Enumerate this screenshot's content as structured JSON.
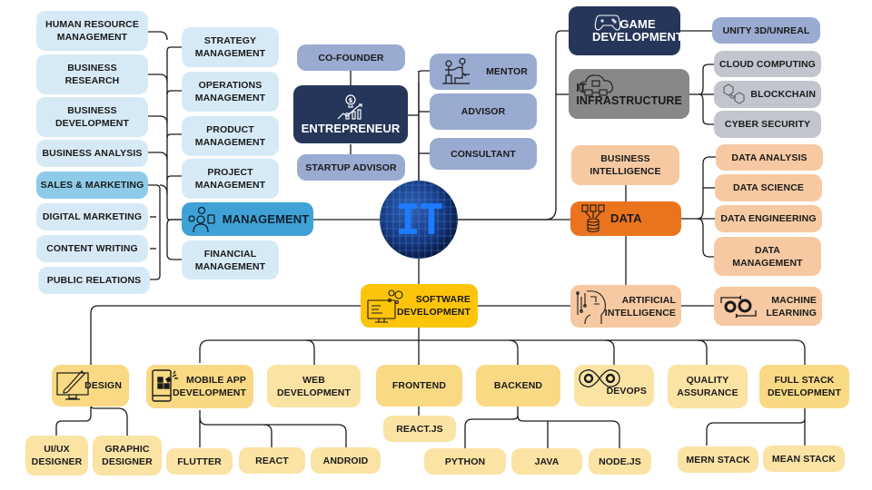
{
  "center": {
    "label": "IT",
    "icon": "globe-icon"
  },
  "management": {
    "hub": "MANAGEMENT",
    "inner": [
      "STRATEGY\nMANAGEMENT",
      "OPERATIONS\nMANAGEMENT",
      "PRODUCT\nMANAGEMENT",
      "PROJECT\nMANAGEMENT",
      "FINANCIAL\nMANAGEMENT"
    ],
    "outer": [
      "HUMAN RESOURCE\nMANAGEMENT",
      "BUSINESS\nRESEARCH",
      "BUSINESS\nDEVELOPMENT",
      "BUSINESS ANALYSIS"
    ],
    "sales": "SALES & MARKETING",
    "sales_children": [
      "DIGITAL MARKETING",
      "CONTENT WRITING",
      "PUBLIC RELATIONS"
    ]
  },
  "entrepreneur": {
    "hub": "ENTREPRENEUR",
    "above": "CO-FOUNDER",
    "below": "STARTUP ADVISOR",
    "right": [
      "MENTOR",
      "ADVISOR",
      "CONSULTANT"
    ]
  },
  "game": {
    "hub": "GAME\nDEVELOPMENT",
    "child": "UNITY 3D/UNREAL"
  },
  "infra": {
    "hub": "IT\nINFRASTRUCTURE",
    "children": [
      "CLOUD COMPUTING",
      "BLOCKCHAIN",
      "CYBER SECURITY"
    ]
  },
  "data": {
    "hub": "DATA",
    "above": "BUSINESS\nINTELLIGENCE",
    "children": [
      "DATA ANALYSIS",
      "DATA SCIENCE",
      "DATA ENGINEERING",
      "DATA\nMANAGEMENT"
    ]
  },
  "ai": {
    "hub": "ARTIFICIAL\nINTELLIGENCE",
    "child": "MACHINE\nLEARNING"
  },
  "software": {
    "hub": "SOFTWARE\nDEVELOPMENT",
    "branches": {
      "design": "DESIGN",
      "mobile": "MOBILE APP\nDEVELOPMENT",
      "web": "WEB\nDEVELOPMENT",
      "frontend": "FRONTEND",
      "backend": "BACKEND",
      "devops": "DEVOPS",
      "qa": "QUALITY\nASSURANCE",
      "fullstack": "FULL STACK\nDEVELOPMENT"
    },
    "design_children": [
      "UI/UX\nDESIGNER",
      "GRAPHIC\nDESIGNER"
    ],
    "mobile_children": [
      "FLUTTER",
      "REACT",
      "ANDROID"
    ],
    "frontend_children": [
      "REACT.JS"
    ],
    "backend_children": [
      "PYTHON",
      "JAVA",
      "NODE.JS"
    ],
    "fullstack_children": [
      "MERN STACK",
      "MEAN STACK"
    ]
  }
}
